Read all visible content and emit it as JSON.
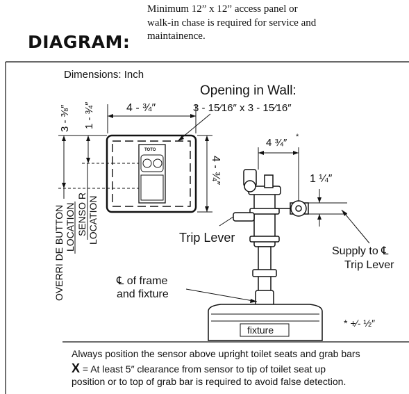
{
  "header": {
    "heading": "DIAGRAM:",
    "note_line1": "Minimum 12” x 12” access panel or",
    "note_line2": "walk-in chase is required for service and",
    "note_line3": "maintainence."
  },
  "diagram": {
    "units": "Dimensions:  Inch",
    "opening_title": "Opening in Wall:",
    "opening_size": "3 - 15⁄16″ x 3 - 15⁄16″",
    "dim_width": "4 - ¾″",
    "dim_height": "4 - ¾″",
    "dim_top_left": "3 - ⅜″",
    "dim_top_right": "1 - ¾″",
    "label_override_button": "OVERRI DE BUTTON",
    "label_location_1": "LOCATION",
    "label_sensor": "SENSO R",
    "label_location_2": "LOCATION",
    "brand": "TOTO",
    "dim_offset": "4 ¾″",
    "dim_offset_mark": "*",
    "dim_supply": "1 ¼″",
    "label_trip_lever": "Trip Lever",
    "label_supply_line1": "Supply to ℄",
    "label_supply_line2": "Trip Lever",
    "label_frame_line1": "℄ of frame",
    "label_frame_line2": "and fixture",
    "label_fixture": "fixture",
    "tolerance": "* +⁄- ½″"
  },
  "footer": {
    "line1": "Always position the sensor above upright toilet seats and grab bars",
    "x_mark": "X",
    "line2": " = At least 5″ clearance from sensor to tip of toilet seat up",
    "line3": "position or to top of grab bar is required to avoid false detection."
  }
}
